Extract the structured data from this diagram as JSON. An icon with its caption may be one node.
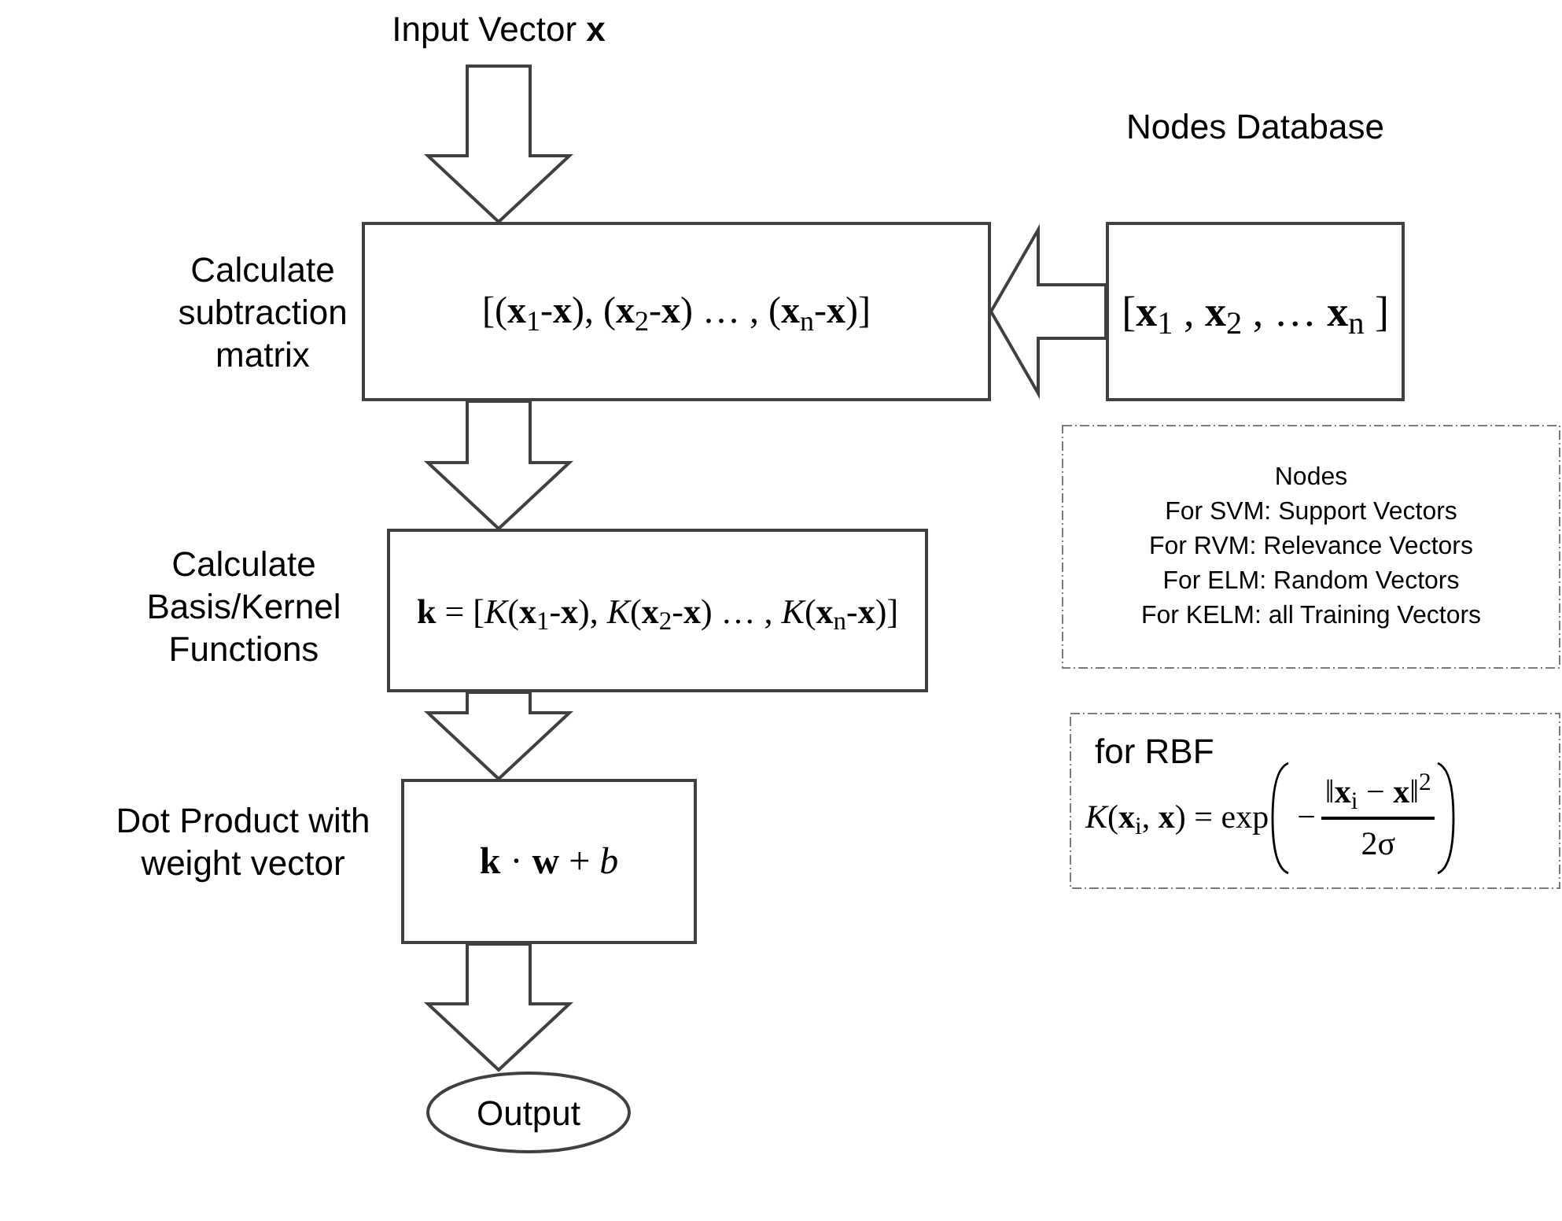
{
  "diagram": {
    "nodes": [
      {
        "text": [
          "Input Vector **x**"
        ]
      },
      {
        "text": [
          "[(**x**$_{1}$-**x**), (**x**$_{2}$-**x**) … , (**x**$_{n}$-**x**)]"
        ],
        "beside": [
          "Calculate subtraction matrix"
        ]
      },
      {
        "text": [
          "Nodes Database",
          "[**x**$_{1}$ , **x**$_{2}$ , … **x**$_{n}$ ]"
        ]
      },
      {
        "text": [
          "**k** = [*K*(**x**$_{1}$-**x**), *K*(**x**$_{2}$-**x**) … , *K*(**x**$_{n}$-**x**)]"
        ],
        "beside": [
          "Calculate Basis/Kernel Functions"
        ]
      },
      {
        "text": [
          "**k** · **w** + *b*"
        ],
        "beside": [
          "Dot Product with weight vector"
        ]
      },
      {
        "text": [
          "Output"
        ]
      },
      {
        "text": [
          "Nodes",
          "For SVM: Support Vectors",
          "For RVM: Relevance Vectors",
          "For ELM: Random Vectors",
          "For KELM: all Training Vectors"
        ]
      },
      {
        "text": [
          "for RBF",
          "*K*(**x**$_{i}$, **x**) = exp",
          "−",
          "‖**x**$_{i}$ − **x**‖$^{2}$",
          "2σ"
        ]
      }
    ],
    "edges": [
      {
        "from": 0,
        "to": 1,
        "arrow": "to"
      },
      {
        "from": 2,
        "to": 1,
        "arrow": "to"
      },
      {
        "from": 1,
        "to": 3,
        "arrow": "to"
      },
      {
        "from": 3,
        "to": 4,
        "arrow": "to"
      },
      {
        "from": 4,
        "to": 5,
        "arrow": "to"
      }
    ]
  }
}
